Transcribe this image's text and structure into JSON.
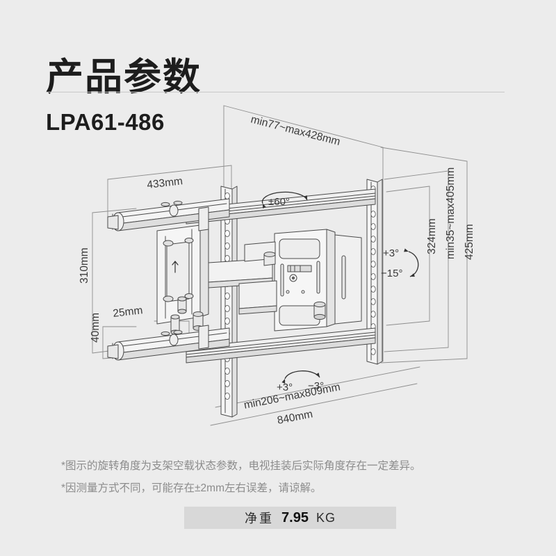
{
  "header": {
    "title": "产品参数",
    "model": "LPA61-486"
  },
  "dimensions": {
    "top_extension": "min77~max428mm",
    "arm_length": "433mm",
    "left_height": "310mm",
    "left_small": "40mm",
    "left_offset": "25mm",
    "plate_height": "324mm",
    "vesa_vertical": "min35~max405mm",
    "total_height": "425mm",
    "bottom_extension": "min206~max809mm",
    "total_width": "840mm"
  },
  "angles": {
    "swivel": "±60°",
    "tilt_up": "+3°",
    "tilt_down": "−15°",
    "roll_left": "+3°",
    "roll_right": "−3°"
  },
  "notes": [
    "*图示的旋转角度为支架空载状态参数，电视挂装后实际角度存在一定差异。",
    "*因测量方式不同，可能存在±2mm左右误差，请谅解。"
  ],
  "weight": {
    "label": "净重",
    "value": "7.95",
    "unit": "KG"
  },
  "colors": {
    "background": "#ececec",
    "text": "#1d1d1d",
    "note_text": "#8c8c8c",
    "line": "#4a4a4a",
    "dimension_line": "#6e6e6e",
    "weight_bar": "#d8d8d8",
    "rule": "#c9c9c9"
  }
}
